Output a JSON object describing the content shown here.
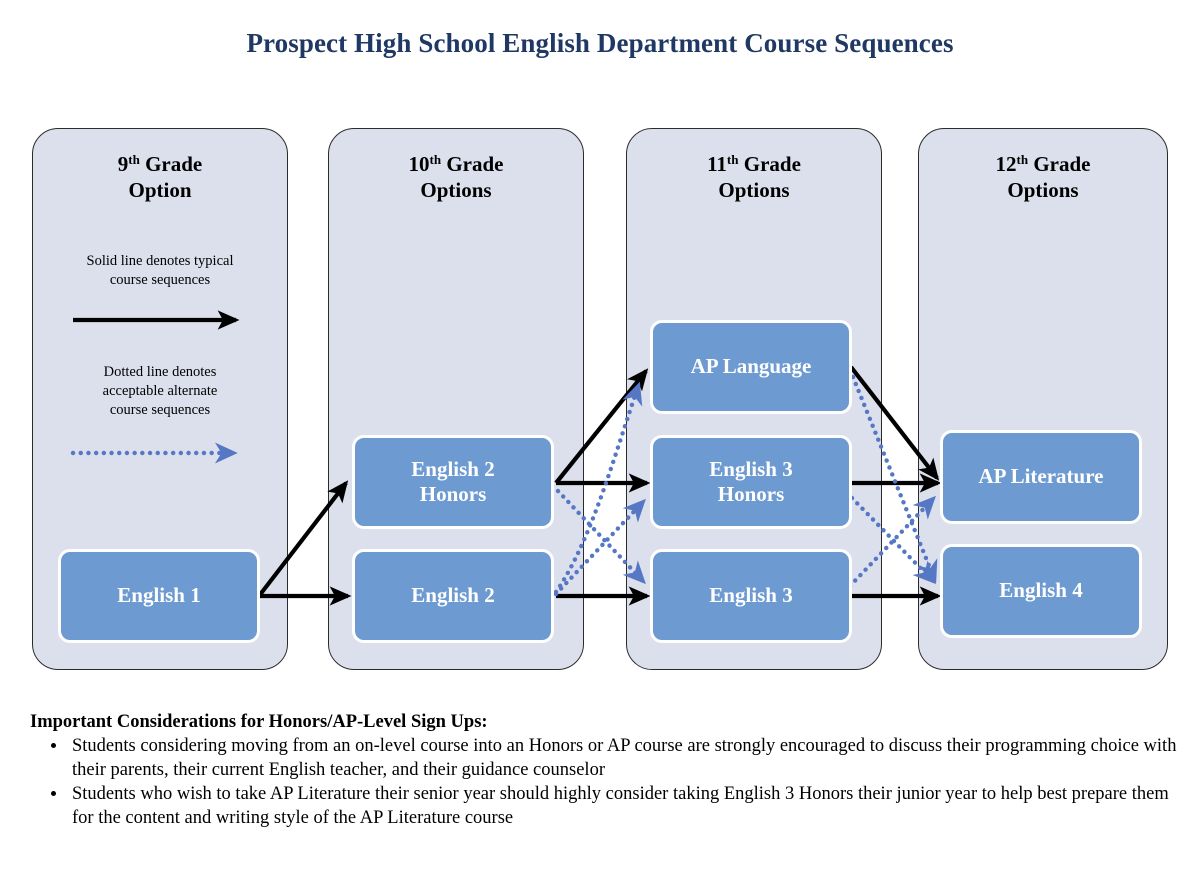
{
  "title": "Prospect High School English Department Course Sequences",
  "columns": [
    {
      "id": "grade-9",
      "ordinal": "9",
      "ordinal_suffix": "th",
      "title_line1": " Grade",
      "title_line2": "Option",
      "title_full": "9th Grade Option"
    },
    {
      "id": "grade-10",
      "ordinal": "10",
      "ordinal_suffix": "th",
      "title_line1": " Grade",
      "title_line2": "Options",
      "title_full": "10th Grade Options"
    },
    {
      "id": "grade-11",
      "ordinal": "11",
      "ordinal_suffix": "th",
      "title_line1": " Grade",
      "title_line2": "Options",
      "title_full": "11th Grade Options"
    },
    {
      "id": "grade-12",
      "ordinal": "12",
      "ordinal_suffix": "th",
      "title_line1": " Grade",
      "title_line2": "Options",
      "title_full": "12th Grade Options"
    }
  ],
  "legend": {
    "solid_caption": "Solid line denotes typical\ncourse sequences",
    "dotted_caption": "Dotted line denotes\nacceptable alternate\ncourse sequences"
  },
  "courses": {
    "english_1": "English 1",
    "english_2_honors": "English 2\nHonors",
    "english_2": "English 2",
    "ap_language": "AP Language",
    "english_3_honors": "English 3\nHonors",
    "english_3": "English 3",
    "ap_literature": "AP Literature",
    "english_4": "English 4"
  },
  "notes": {
    "heading": "Important Considerations for Honors/AP-Level Sign Ups:",
    "bullets": [
      "Students considering moving from an on-level course into an Honors or AP course are strongly encouraged to discuss their programming choice with their parents, their current English teacher, and their guidance counselor",
      "Students who wish to take AP Literature their senior year should highly consider taking English 3 Honors their junior year to help best prepare them for the content and writing style of the AP Literature course"
    ]
  },
  "colors": {
    "title_navy": "#1f3864",
    "panel_fill": "#dce0ed",
    "panel_border": "#2b2b2b",
    "course_fill": "#6d9bd1",
    "course_border": "#ffffff",
    "solid_arrow": "#000000",
    "dotted_arrow": "#5577c4"
  },
  "edges": {
    "typical": [
      {
        "from": "english_1",
        "to": "english_2_honors"
      },
      {
        "from": "english_1",
        "to": "english_2"
      },
      {
        "from": "english_2_honors",
        "to": "ap_language"
      },
      {
        "from": "english_2_honors",
        "to": "english_3_honors"
      },
      {
        "from": "english_2",
        "to": "english_3"
      },
      {
        "from": "ap_language",
        "to": "ap_literature"
      },
      {
        "from": "english_3_honors",
        "to": "ap_literature"
      },
      {
        "from": "english_3",
        "to": "english_4"
      }
    ],
    "alternate": [
      {
        "from": "english_2",
        "to": "ap_language"
      },
      {
        "from": "english_2",
        "to": "english_3_honors"
      },
      {
        "from": "english_2_honors",
        "to": "english_3"
      },
      {
        "from": "ap_language",
        "to": "english_4"
      },
      {
        "from": "english_3_honors",
        "to": "english_4"
      },
      {
        "from": "english_3",
        "to": "ap_literature"
      }
    ]
  }
}
